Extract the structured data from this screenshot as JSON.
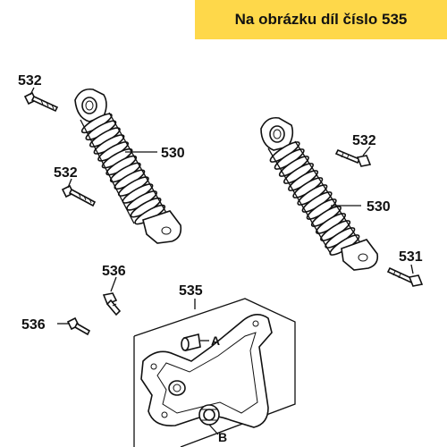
{
  "banner": {
    "text": "Na obrázku díl číslo 535",
    "color": "#fed84a"
  },
  "labels": {
    "bolt_top_left": "532",
    "shock_left": "530",
    "bolt_mid_left": "532",
    "bolt_right_top": "532",
    "shock_right": "530",
    "bolt_right_low": "531",
    "bolt_536_upper": "536",
    "bolt_536_lower": "536",
    "bracket": "535",
    "bushing_a": "A",
    "bearing_b": "B"
  }
}
